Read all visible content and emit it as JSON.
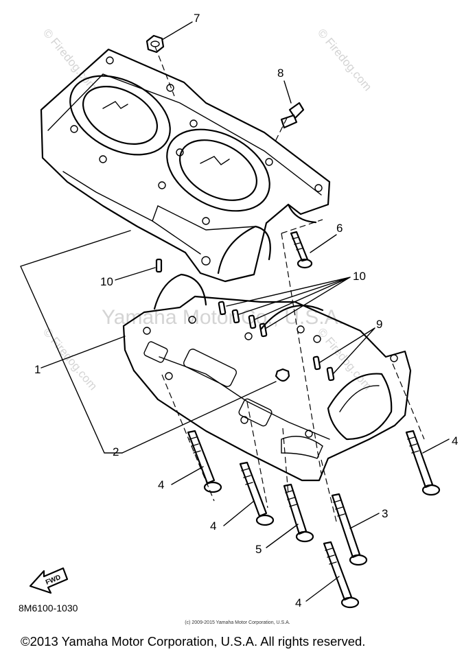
{
  "watermark": {
    "main": "Yamaha Motor Co., U.S.A.",
    "site": "© Firedog.com"
  },
  "callouts": [
    "7",
    "8",
    "6",
    "10",
    "10",
    "9",
    "1",
    "2",
    "4",
    "4",
    "4",
    "5",
    "3",
    "4"
  ],
  "fwd_label": "FWD",
  "diagram_id": "8M6100-1030",
  "copyright_small": "(c) 2009-2015 Yamaha Motor Corporation, U.S.A.",
  "copyright_main": "©2013 Yamaha Motor Corporation, U.S.A. All rights reserved."
}
